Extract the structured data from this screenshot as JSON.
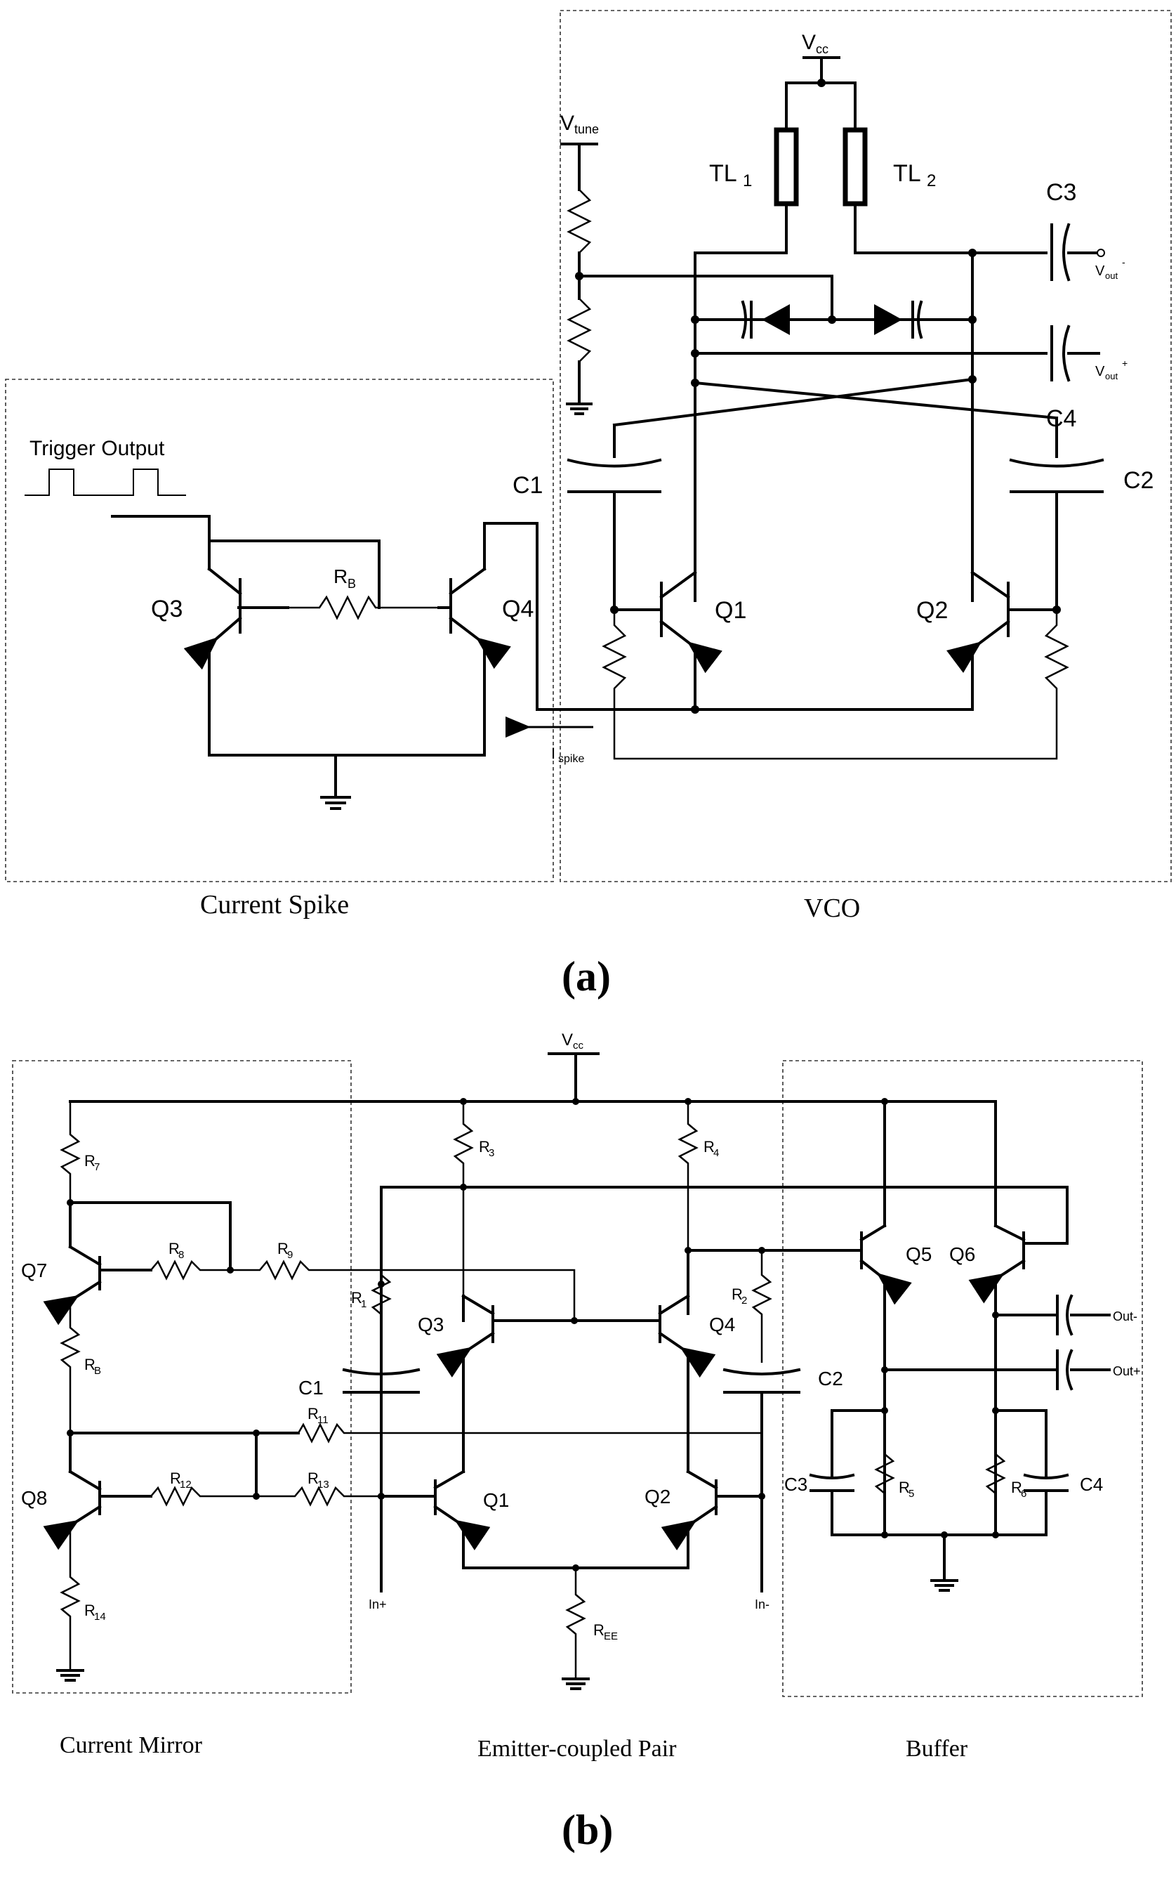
{
  "panel_a": {
    "caption": "(a)",
    "sections": {
      "left": "Current Spike",
      "right": "VCO"
    },
    "labels": {
      "vcc": "V",
      "vcc_sub": "cc",
      "vtune": "V",
      "vtune_sub": "tune",
      "tl1": "TL",
      "tl1_sub": "1",
      "tl2": "TL",
      "tl2_sub": "2",
      "c1": "C1",
      "c2": "C2",
      "c3": "C3",
      "c4": "C4",
      "q1": "Q1",
      "q2": "Q2",
      "q3": "Q3",
      "q4": "Q4",
      "rb": "R",
      "rb_sub": "B",
      "vout_minus": "V",
      "vout_minus_sub": "out",
      "vout_minus_sup": "-",
      "vout_plus": "V",
      "vout_plus_sub": "out",
      "vout_plus_sup": "+",
      "ispike": "I",
      "ispike_sub": "spike",
      "trigger": "Trigger Output"
    }
  },
  "panel_b": {
    "caption": "(b)",
    "sections": {
      "left": "Current Mirror",
      "middle": "Emitter-coupled Pair",
      "right": "Buffer"
    },
    "labels": {
      "vcc": "V",
      "vcc_sub": "cc",
      "r1": "R",
      "r1_sub": "1",
      "r2": "R",
      "r2_sub": "2",
      "r3": "R",
      "r3_sub": "3",
      "r4": "R",
      "r4_sub": "4",
      "r5": "R",
      "r5_sub": "5",
      "r6": "R",
      "r6_sub": "6",
      "r7": "R",
      "r7_sub": "7",
      "r8": "R",
      "r8_sub": "8",
      "r9": "R",
      "r9_sub": "9",
      "rb": "R",
      "rb_sub": "B",
      "r11": "R",
      "r11_sub": "11",
      "r12": "R",
      "r12_sub": "12",
      "r13": "R",
      "r13_sub": "13",
      "r14": "R",
      "r14_sub": "14",
      "ree": "R",
      "ree_sub": "EE",
      "q1": "Q1",
      "q2": "Q2",
      "q3": "Q3",
      "q4": "Q4",
      "q5": "Q5",
      "q6": "Q6",
      "q7": "Q7",
      "q8": "Q8",
      "c1": "C1",
      "c2": "C2",
      "c3": "C3",
      "c4": "C4",
      "in_plus": "In+",
      "in_minus": "In-",
      "out_minus": "Out-",
      "out_plus": "Out+"
    }
  }
}
